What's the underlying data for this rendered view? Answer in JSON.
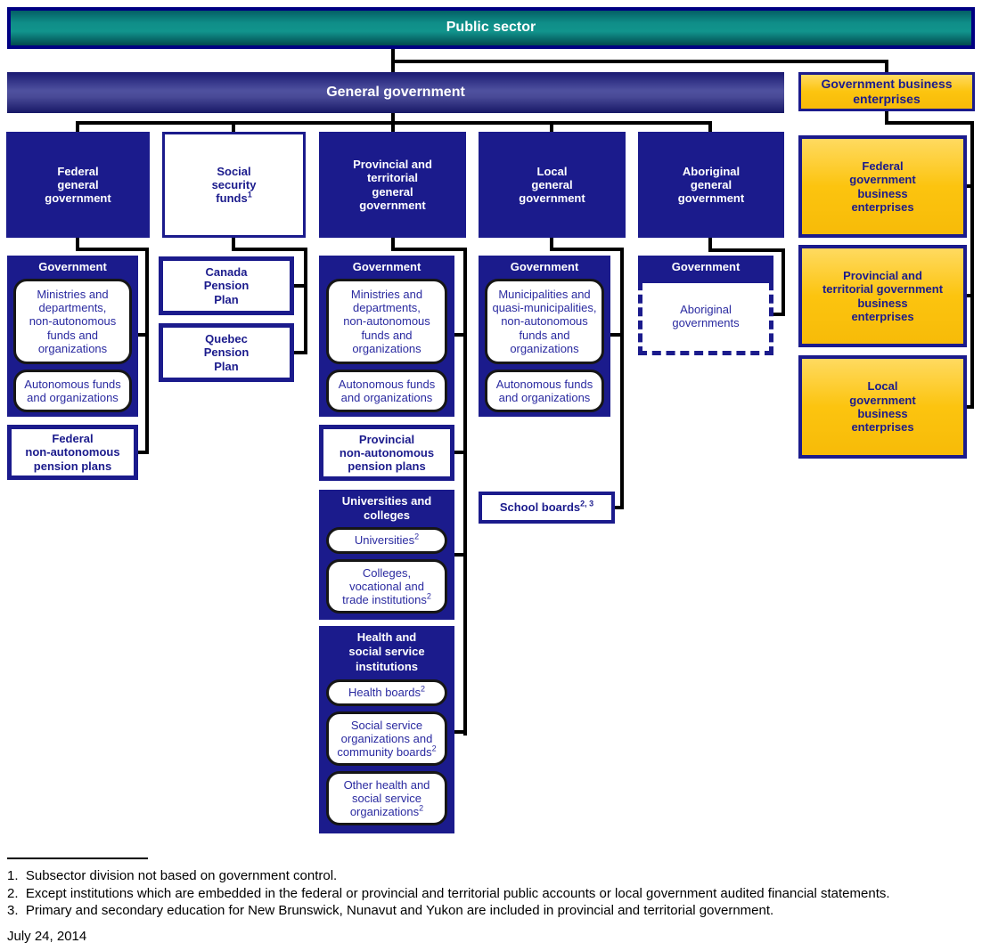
{
  "banners": {
    "public_sector": "Public sector",
    "general_government": "General government",
    "government_business_enterprises": "Government business\nenterprises"
  },
  "columns": {
    "federal": {
      "title": "Federal\ngeneral\ngovernment",
      "group": {
        "header": "Government",
        "items": [
          {
            "text": "Ministries and\ndepartments,\nnon-autonomous\nfunds and\norganizations"
          },
          {
            "text": "Autonomous funds\nand organizations"
          }
        ]
      },
      "pension": {
        "text": "Federal\nnon-autonomous\npension plans"
      }
    },
    "social": {
      "title": {
        "text": "Social\nsecurity\nfunds",
        "sup": "1"
      },
      "items": [
        {
          "text": "Canada\nPension\nPlan"
        },
        {
          "text": "Quebec\nPension\nPlan"
        }
      ]
    },
    "provincial": {
      "title": "Provincial and\nterritorial\ngeneral\ngovernment",
      "group": {
        "header": "Government",
        "items": [
          {
            "text": "Ministries and\ndepartments,\nnon-autonomous\nfunds and\norganizations"
          },
          {
            "text": "Autonomous funds\nand organizations"
          }
        ]
      },
      "pension": {
        "text": "Provincial\nnon-autonomous\npension plans"
      },
      "universities": {
        "header": "Universities and\ncolleges",
        "items": [
          {
            "text": "Universities",
            "sup": "2"
          },
          {
            "text": "Colleges,\nvocational and\ntrade institutions",
            "sup": "2"
          }
        ]
      },
      "health": {
        "header": "Health and\nsocial service\ninstitutions",
        "items": [
          {
            "text": "Health boards",
            "sup": "2"
          },
          {
            "text": "Social service\norganizations and\ncommunity boards",
            "sup": "2"
          },
          {
            "text": "Other health and\nsocial service\norganizations",
            "sup": "2"
          }
        ]
      }
    },
    "local": {
      "title": "Local\ngeneral\ngovernment",
      "group": {
        "header": "Government",
        "items": [
          {
            "text": "Municipalities and\nquasi-municipalities,\nnon-autonomous\nfunds and\norganizations"
          },
          {
            "text": "Autonomous funds\nand organizations"
          }
        ]
      },
      "school_boards": {
        "text": "School boards",
        "sup": "2, 3"
      }
    },
    "aboriginal": {
      "title": "Aboriginal\ngeneral\ngovernment",
      "group": {
        "header": "Government",
        "item": {
          "text": "Aboriginal\ngovernments"
        }
      }
    }
  },
  "enterprises": {
    "items": [
      {
        "text": "Federal\ngovernment\nbusiness\nenterprises"
      },
      {
        "text": "Provincial and\nterritorial government\nbusiness\nenterprises"
      },
      {
        "text": "Local\ngovernment\nbusiness\nenterprises"
      }
    ]
  },
  "footnotes": [
    "1.  Subsector division not based on government control.",
    "2.  Except institutions which are embedded in the federal or provincial and territorial public accounts or local government audited financial statements.",
    "3.  Primary and secondary education for New Brunswick, Nunavut and Yukon are included in provincial and territorial government."
  ],
  "date_label": "July 24, 2014",
  "colors": {
    "navy": "#1b1b8c",
    "gold": "#fcc40f",
    "teal": "#0f8e88",
    "line": "#000000"
  }
}
